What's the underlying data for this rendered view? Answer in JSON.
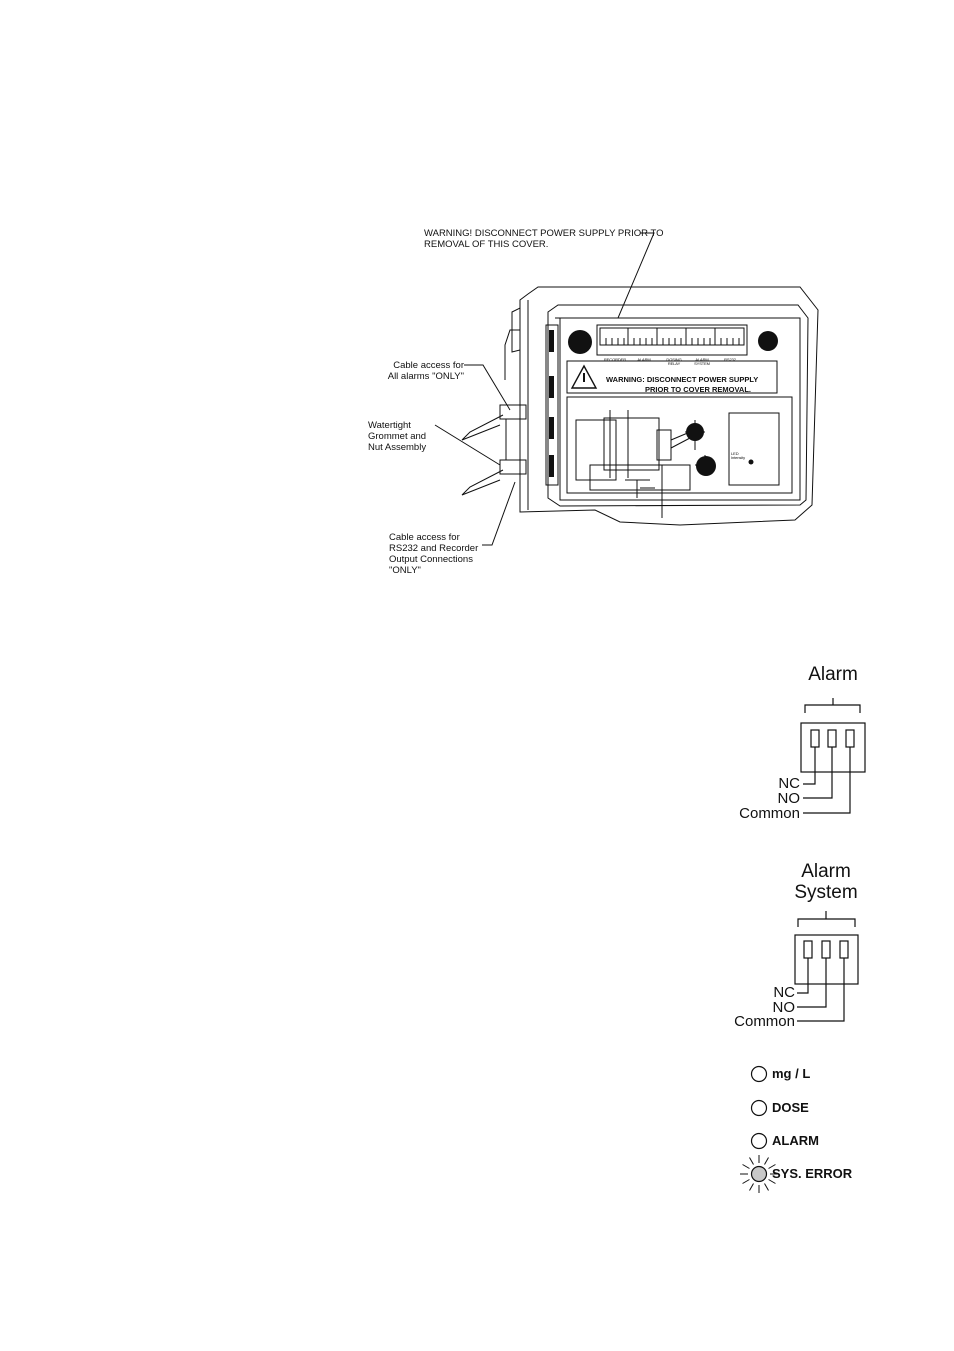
{
  "enclosure": {
    "top_warning_line1": "WARNING! DISCONNECT POWER SUPPLY PRIOR TO",
    "top_warning_line2": "REMOVAL OF THIS COVER.",
    "terminal_labels": [
      "RECORDER",
      "ALARM",
      "DOSING RELAY",
      "ALARM SYSTEM",
      "RS232"
    ],
    "inner_warning_line1": "WARNING: DISCONNECT POWER SUPPLY",
    "inner_warning_line2": "PRIOR TO COVER REMOVAL.",
    "led_intensity_label": "LED Intensity",
    "callouts": {
      "alarms_line1": "Cable access for",
      "alarms_line2": "All alarms \"ONLY\"",
      "grommet_line1": "Watertight",
      "grommet_line2": "Grommet and",
      "grommet_line3": "Nut Assembly",
      "rs232_line1": "Cable access for",
      "rs232_line2": "RS232 and Recorder",
      "rs232_line3": "Output Connections",
      "rs232_line4": "\"ONLY\""
    }
  },
  "alarm_connector": {
    "title": "Alarm",
    "pins": [
      "NC",
      "NO",
      "Common"
    ]
  },
  "alarm_system_connector": {
    "title_line1": "Alarm",
    "title_line2": "System",
    "pins": [
      "NC",
      "NO",
      "Common"
    ]
  },
  "leds": [
    {
      "label": "mg / L",
      "state": "off"
    },
    {
      "label": "DOSE",
      "state": "off"
    },
    {
      "label": "ALARM",
      "state": "off"
    },
    {
      "label": "SYS. ERROR",
      "state": "flashing"
    }
  ],
  "colors": {
    "line": "#111111",
    "led_off": "#ffffff",
    "led_flashing": "#c8c8c8"
  }
}
